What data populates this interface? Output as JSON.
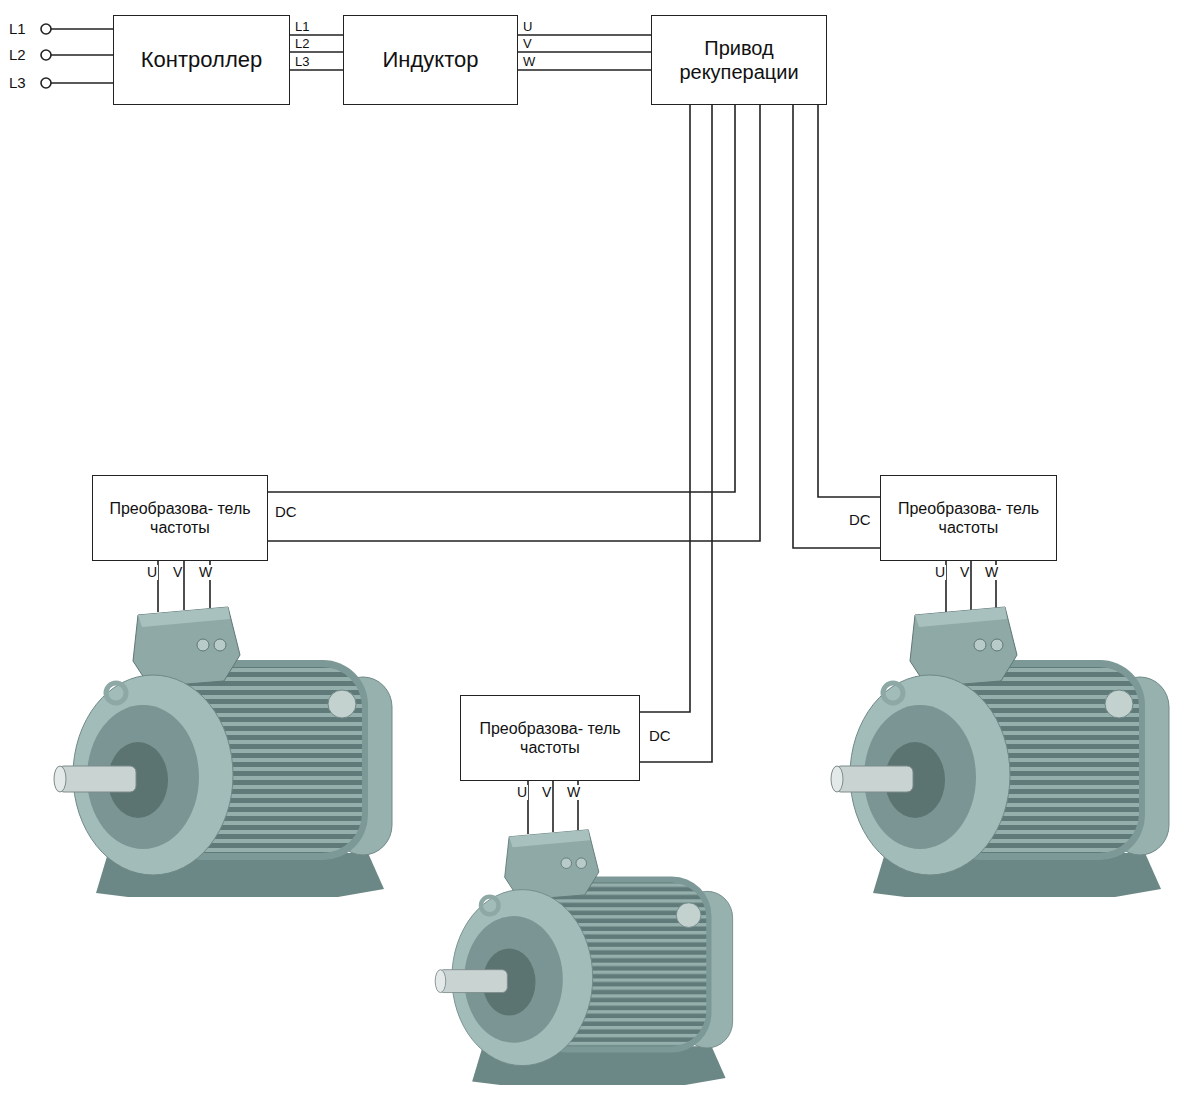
{
  "diagram": {
    "nodes": [
      {
        "text": [
          "Контроллер"
        ]
      },
      {
        "text": [
          "Индуктор"
        ]
      },
      {
        "text": [
          "Привод рекуперации"
        ]
      },
      {
        "text": [
          "Преобразова- тель частоты"
        ]
      },
      {
        "text": [
          "Преобразова- тель частоты"
        ]
      },
      {
        "text": [
          "Преобразова- тель частоты"
        ]
      }
    ],
    "edges": [
      {
        "from": 0,
        "to": 1,
        "arrow": "none"
      },
      {
        "from": 1,
        "to": 2,
        "arrow": "none"
      },
      {
        "from": 2,
        "to": 3,
        "label": "DC",
        "arrow": "none"
      },
      {
        "from": 2,
        "to": 4,
        "label": "DC",
        "arrow": "none"
      },
      {
        "from": 2,
        "to": 5,
        "label": "DC",
        "arrow": "none"
      }
    ],
    "labels": [
      "L1",
      "L2",
      "L3",
      "L1",
      "L2",
      "L3",
      "U",
      "V",
      "W",
      "U",
      "V",
      "W",
      "U",
      "V",
      "W",
      "U",
      "V",
      "W"
    ]
  }
}
